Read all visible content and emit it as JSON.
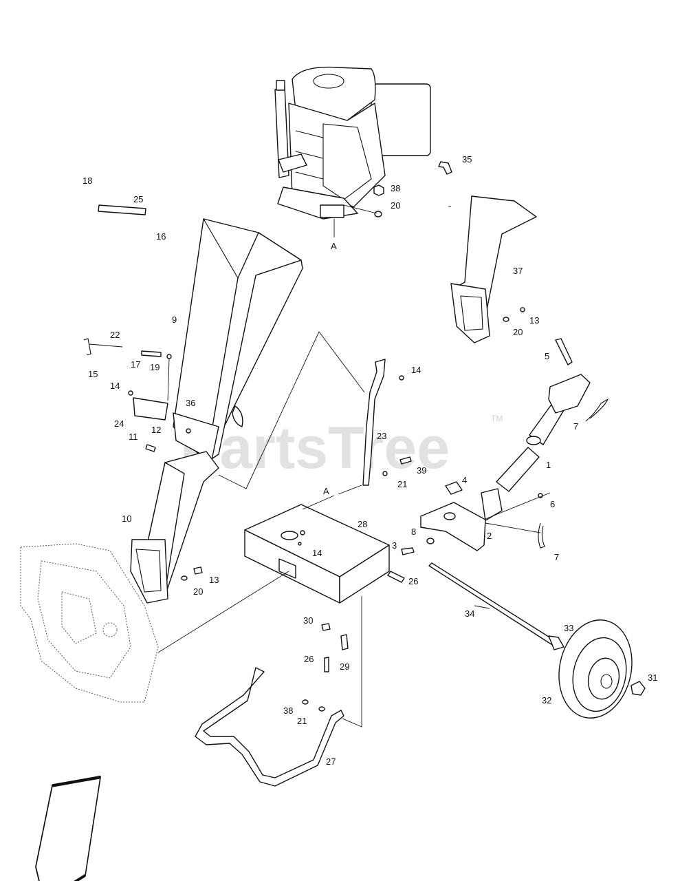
{
  "watermark": {
    "text": "PartsTree",
    "mark": "TM"
  },
  "callouts": {
    "c1": "1",
    "c2": "2",
    "c3": "3",
    "c4": "4",
    "c5": "5",
    "c6": "6",
    "c7a": "7",
    "c7b": "7",
    "c8": "8",
    "c9": "9",
    "c10": "10",
    "c11": "11",
    "c12": "12",
    "c13a": "13",
    "c13b": "13",
    "c14a": "14",
    "c14b": "14",
    "c14c": "14",
    "c15": "15",
    "c16": "16",
    "c17": "17",
    "c18": "18",
    "c19": "19",
    "c20a": "20",
    "c20b": "20",
    "c20c": "20",
    "c21a": "21",
    "c21b": "21",
    "c22": "22",
    "c23": "23",
    "c24": "24",
    "c25": "25",
    "c26a": "26",
    "c26b": "26",
    "c27": "27",
    "c28": "28",
    "c29": "29",
    "c30": "30",
    "c31": "31",
    "c32": "32",
    "c33": "33",
    "c34": "34",
    "c35": "35",
    "c36": "36",
    "c37": "37",
    "c38a": "38",
    "c38b": "38",
    "c39": "39",
    "refA1": "A",
    "refA2": "A"
  }
}
